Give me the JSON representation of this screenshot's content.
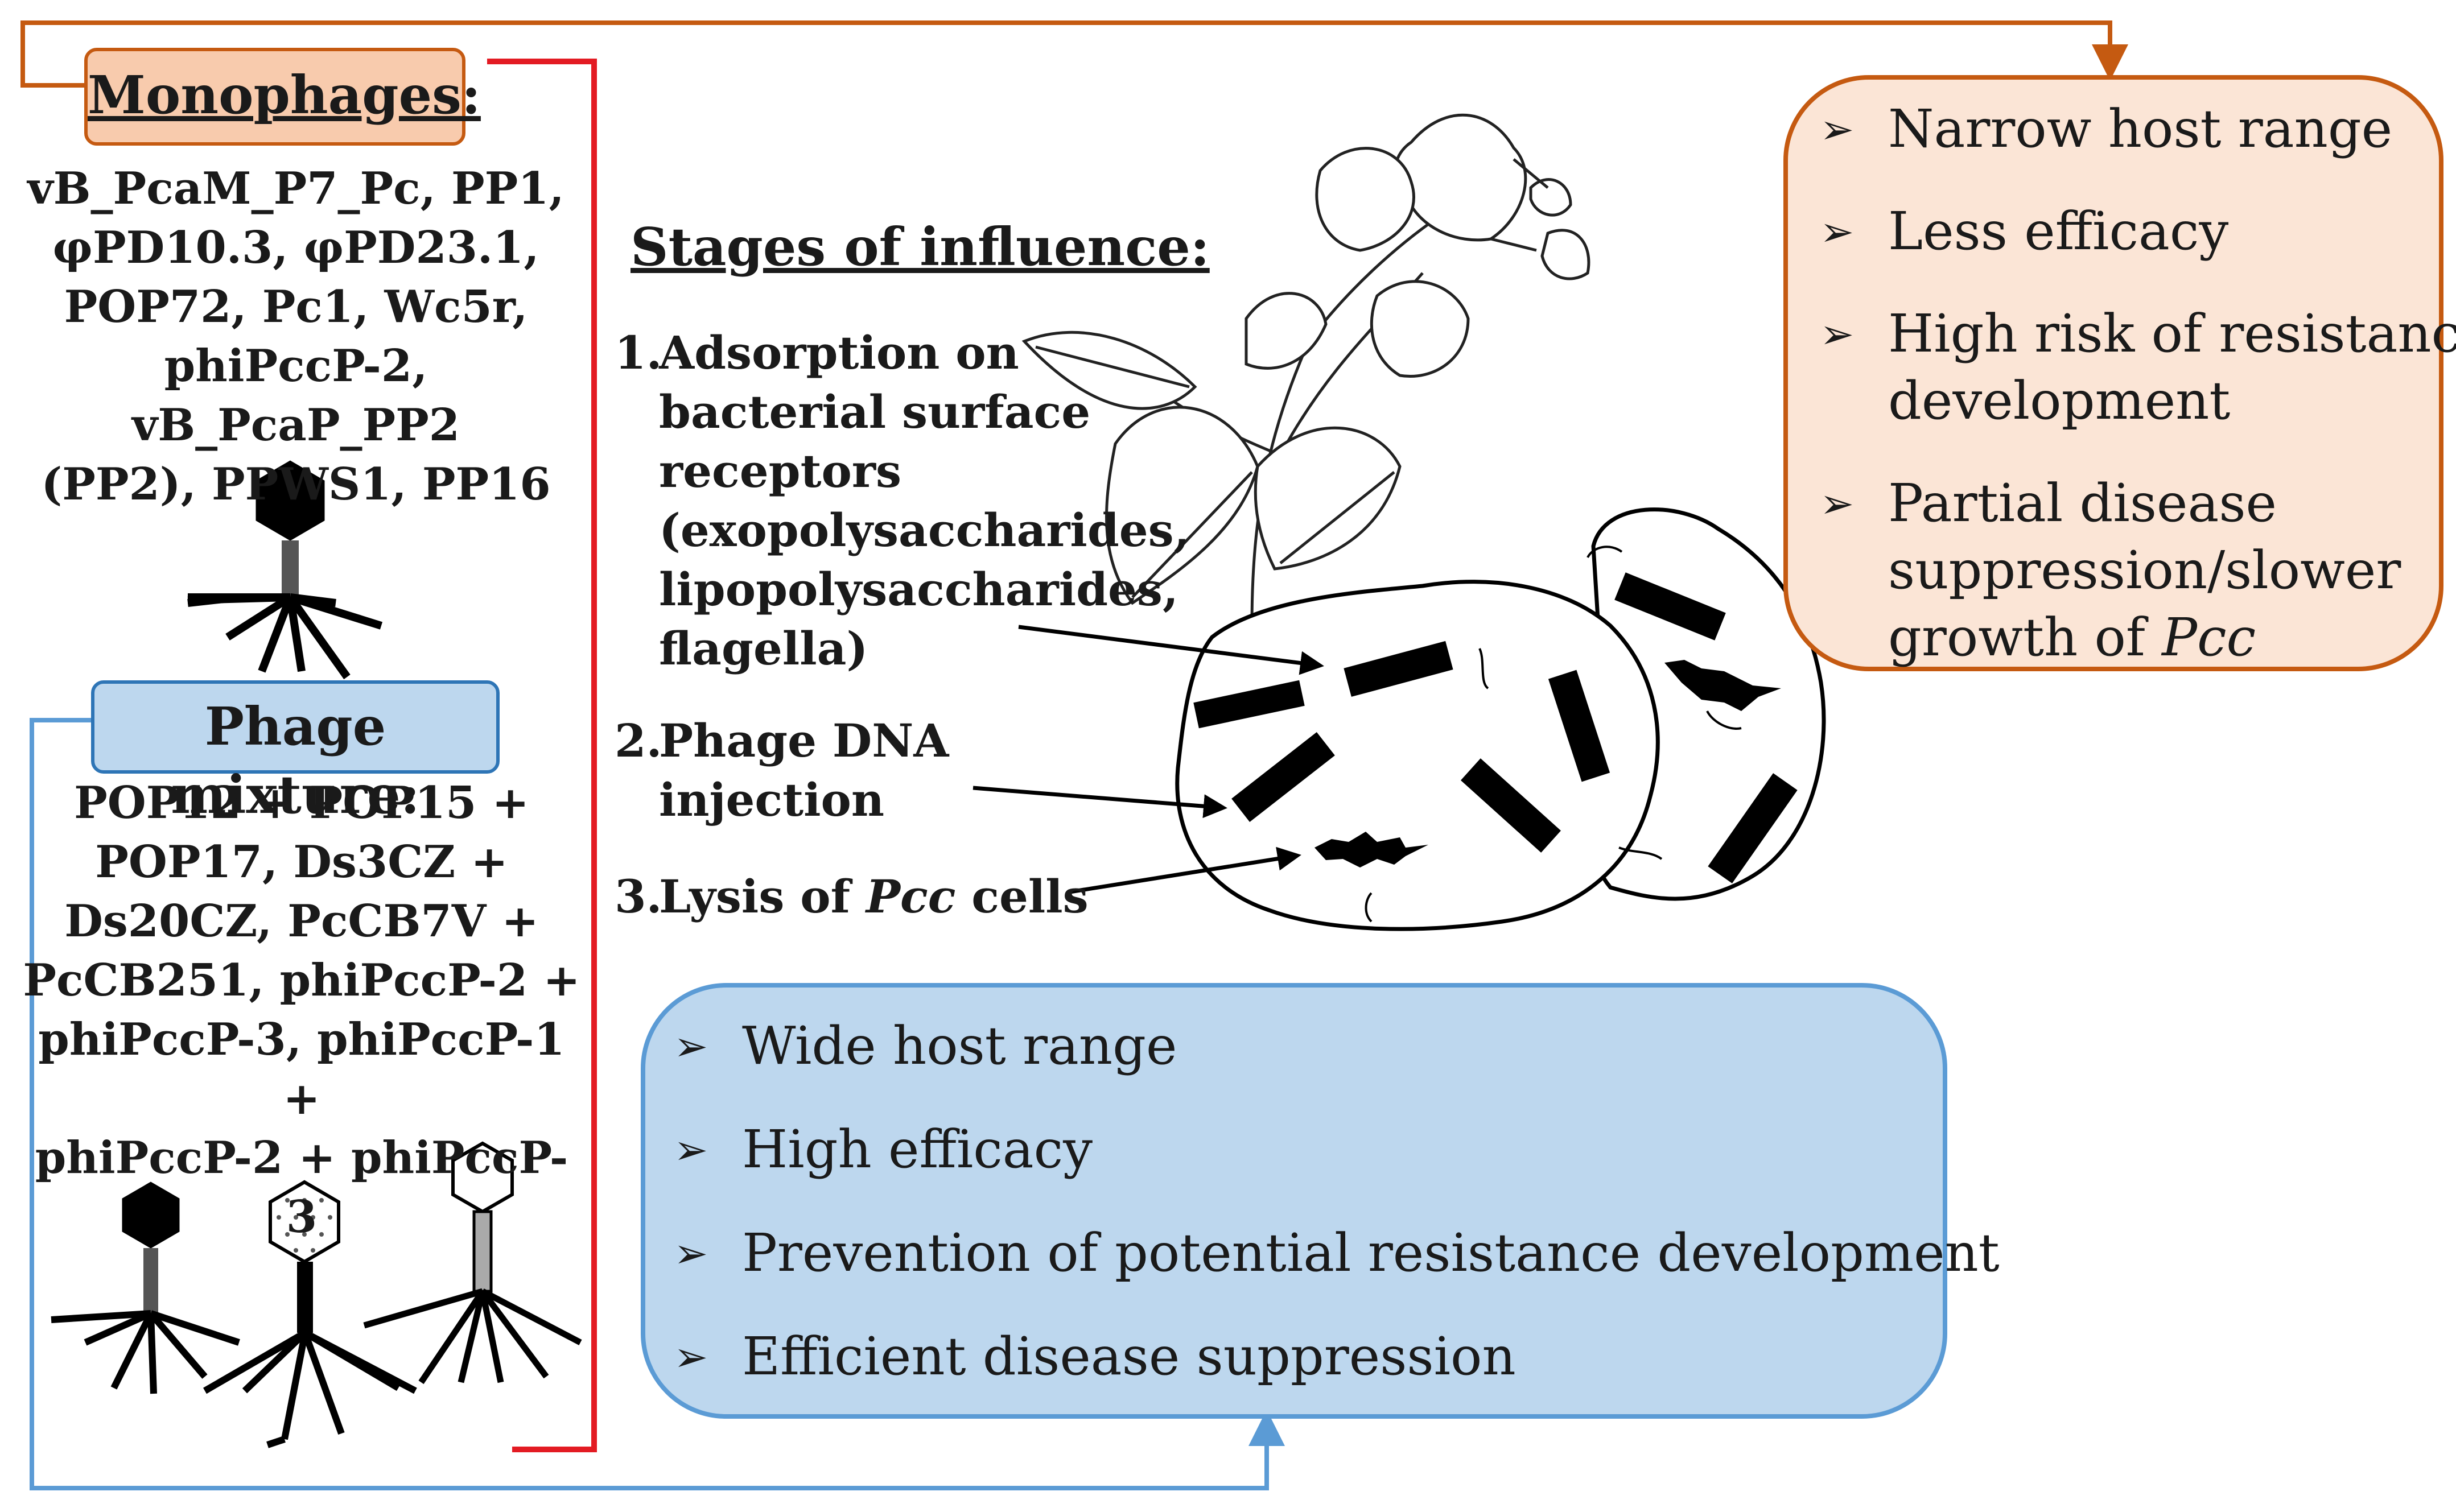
{
  "monophages": {
    "title": "Monophages:",
    "list": [
      "vB_PcaM_P7_Pc, PP1,",
      "φPD10.3, φPD23.1,",
      "POP72, Pc1, Wc5r,",
      "phiPccP-2, vB_PcaP_PP2",
      "(PP2), PPWS1, PP16"
    ]
  },
  "mixture": {
    "title": "Phage mixture:",
    "list": [
      "POP12 + POP15 +",
      "POP17, Ds3CZ +",
      "Ds20CZ, PcCB7V +",
      "PcCB251, phiPccP-2 +",
      "phiPccP-3, phiPccP-1 +",
      "phiPccP-2 + phiPccP-3"
    ]
  },
  "stages": {
    "title": "Stages of influence:",
    "items": [
      {
        "num": "1.",
        "lines": [
          "Adsorption on",
          "bacterial surface",
          "receptors",
          "(exopolysaccharides,",
          "lipopolysaccharides,",
          "flagella)"
        ]
      },
      {
        "num": "2.",
        "lines": [
          "Phage DNA",
          "injection"
        ]
      },
      {
        "num": "3.",
        "lines_prefix": "Lysis of ",
        "lines_italic": "Pcc",
        "lines_suffix": " cells"
      }
    ]
  },
  "mono_outcomes": {
    "b1": [
      "Narrow host range"
    ],
    "b2": [
      "Less efficacy"
    ],
    "b3": [
      "High risk of resistance",
      "development"
    ],
    "b4": [
      "Partial disease",
      "suppression/slower"
    ],
    "b4_last_prefix": "growth of ",
    "b4_last_italic": "Pcc"
  },
  "mix_outcomes": [
    "Wide host range",
    "High efficacy",
    "Prevention of potential resistance development",
    "Efficient disease suppression"
  ],
  "bullet_glyph": "➢",
  "colors": {
    "mono_accent": "#c55a11",
    "mono_fill": "#fbe5d6",
    "mono_title_fill": "#f8cbad",
    "mix_accent": "#5b9bd5",
    "mix_fill": "#bdd7ee",
    "bracket": "#e31b23"
  }
}
